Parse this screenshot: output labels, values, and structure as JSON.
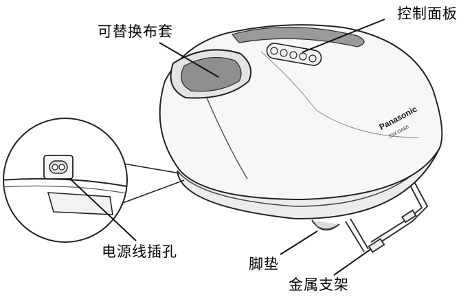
{
  "labels": {
    "cover": "可替换布套",
    "control_panel": "控制面板",
    "power_socket": "电源线插孔",
    "foot_pad": "脚垫",
    "metal_stand": "金属支架"
  },
  "product": {
    "brand": "Panasonic",
    "model": "EW-DA80"
  }
}
